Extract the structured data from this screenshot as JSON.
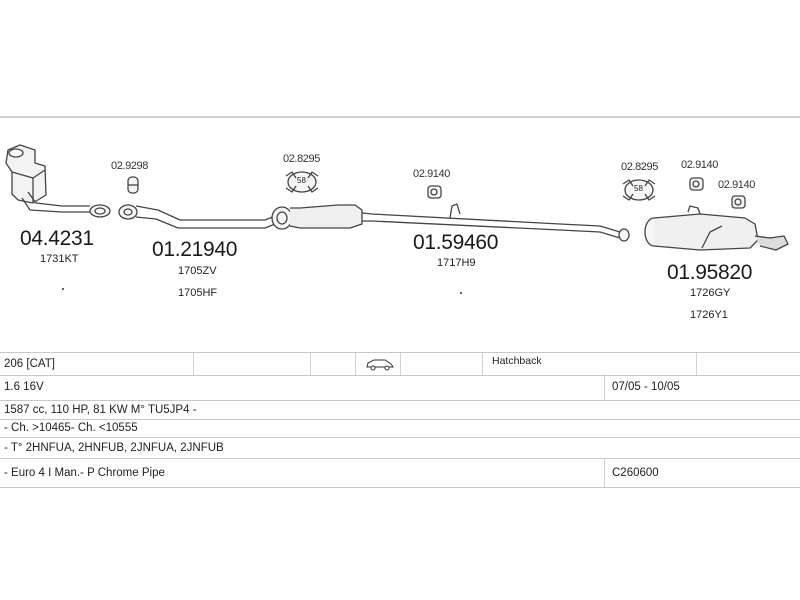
{
  "parts": {
    "catalyst": {
      "part_no": "04.4231",
      "ref": "1731KT"
    },
    "front_pipe": {
      "part_no": "01.21940",
      "refs": [
        "1705ZV",
        "1705HF"
      ]
    },
    "front_pipe_clamp": {
      "code": "02.9298"
    },
    "middle_silencer": {
      "part_no": "01.59460",
      "ref": "1717H9"
    },
    "middle_mount_ring": {
      "code": "02.8295",
      "badge": "58"
    },
    "middle_hanger": {
      "code": "02.9140"
    },
    "rear_silencer": {
      "part_no": "01.95820",
      "refs": [
        "1726GY",
        "1726Y1"
      ]
    },
    "rear_mount_ring": {
      "code": "02.8295",
      "badge": "58"
    },
    "rear_hanger_1": {
      "code": "02.9140"
    },
    "rear_hanger_2": {
      "code": "02.9140"
    }
  },
  "vehicle_table": {
    "model": "206 [CAT]",
    "body_icon": "hatchback-car-icon",
    "body_type": "Hatchback",
    "engine": "1.6 16V",
    "years": "07/05 - 10/05",
    "specs": "1587 cc, 110 HP, 81 KW M° TU5JP4 -",
    "chassis": "- Ch. >10465- Ch. <10555",
    "type_codes": "- T° 2HNFUA, 2HNFUB, 2JNFUA, 2JNFUB",
    "notes": "- Euro 4 I Man.- P Chrome Pipe",
    "catalog_code": "C260600"
  }
}
